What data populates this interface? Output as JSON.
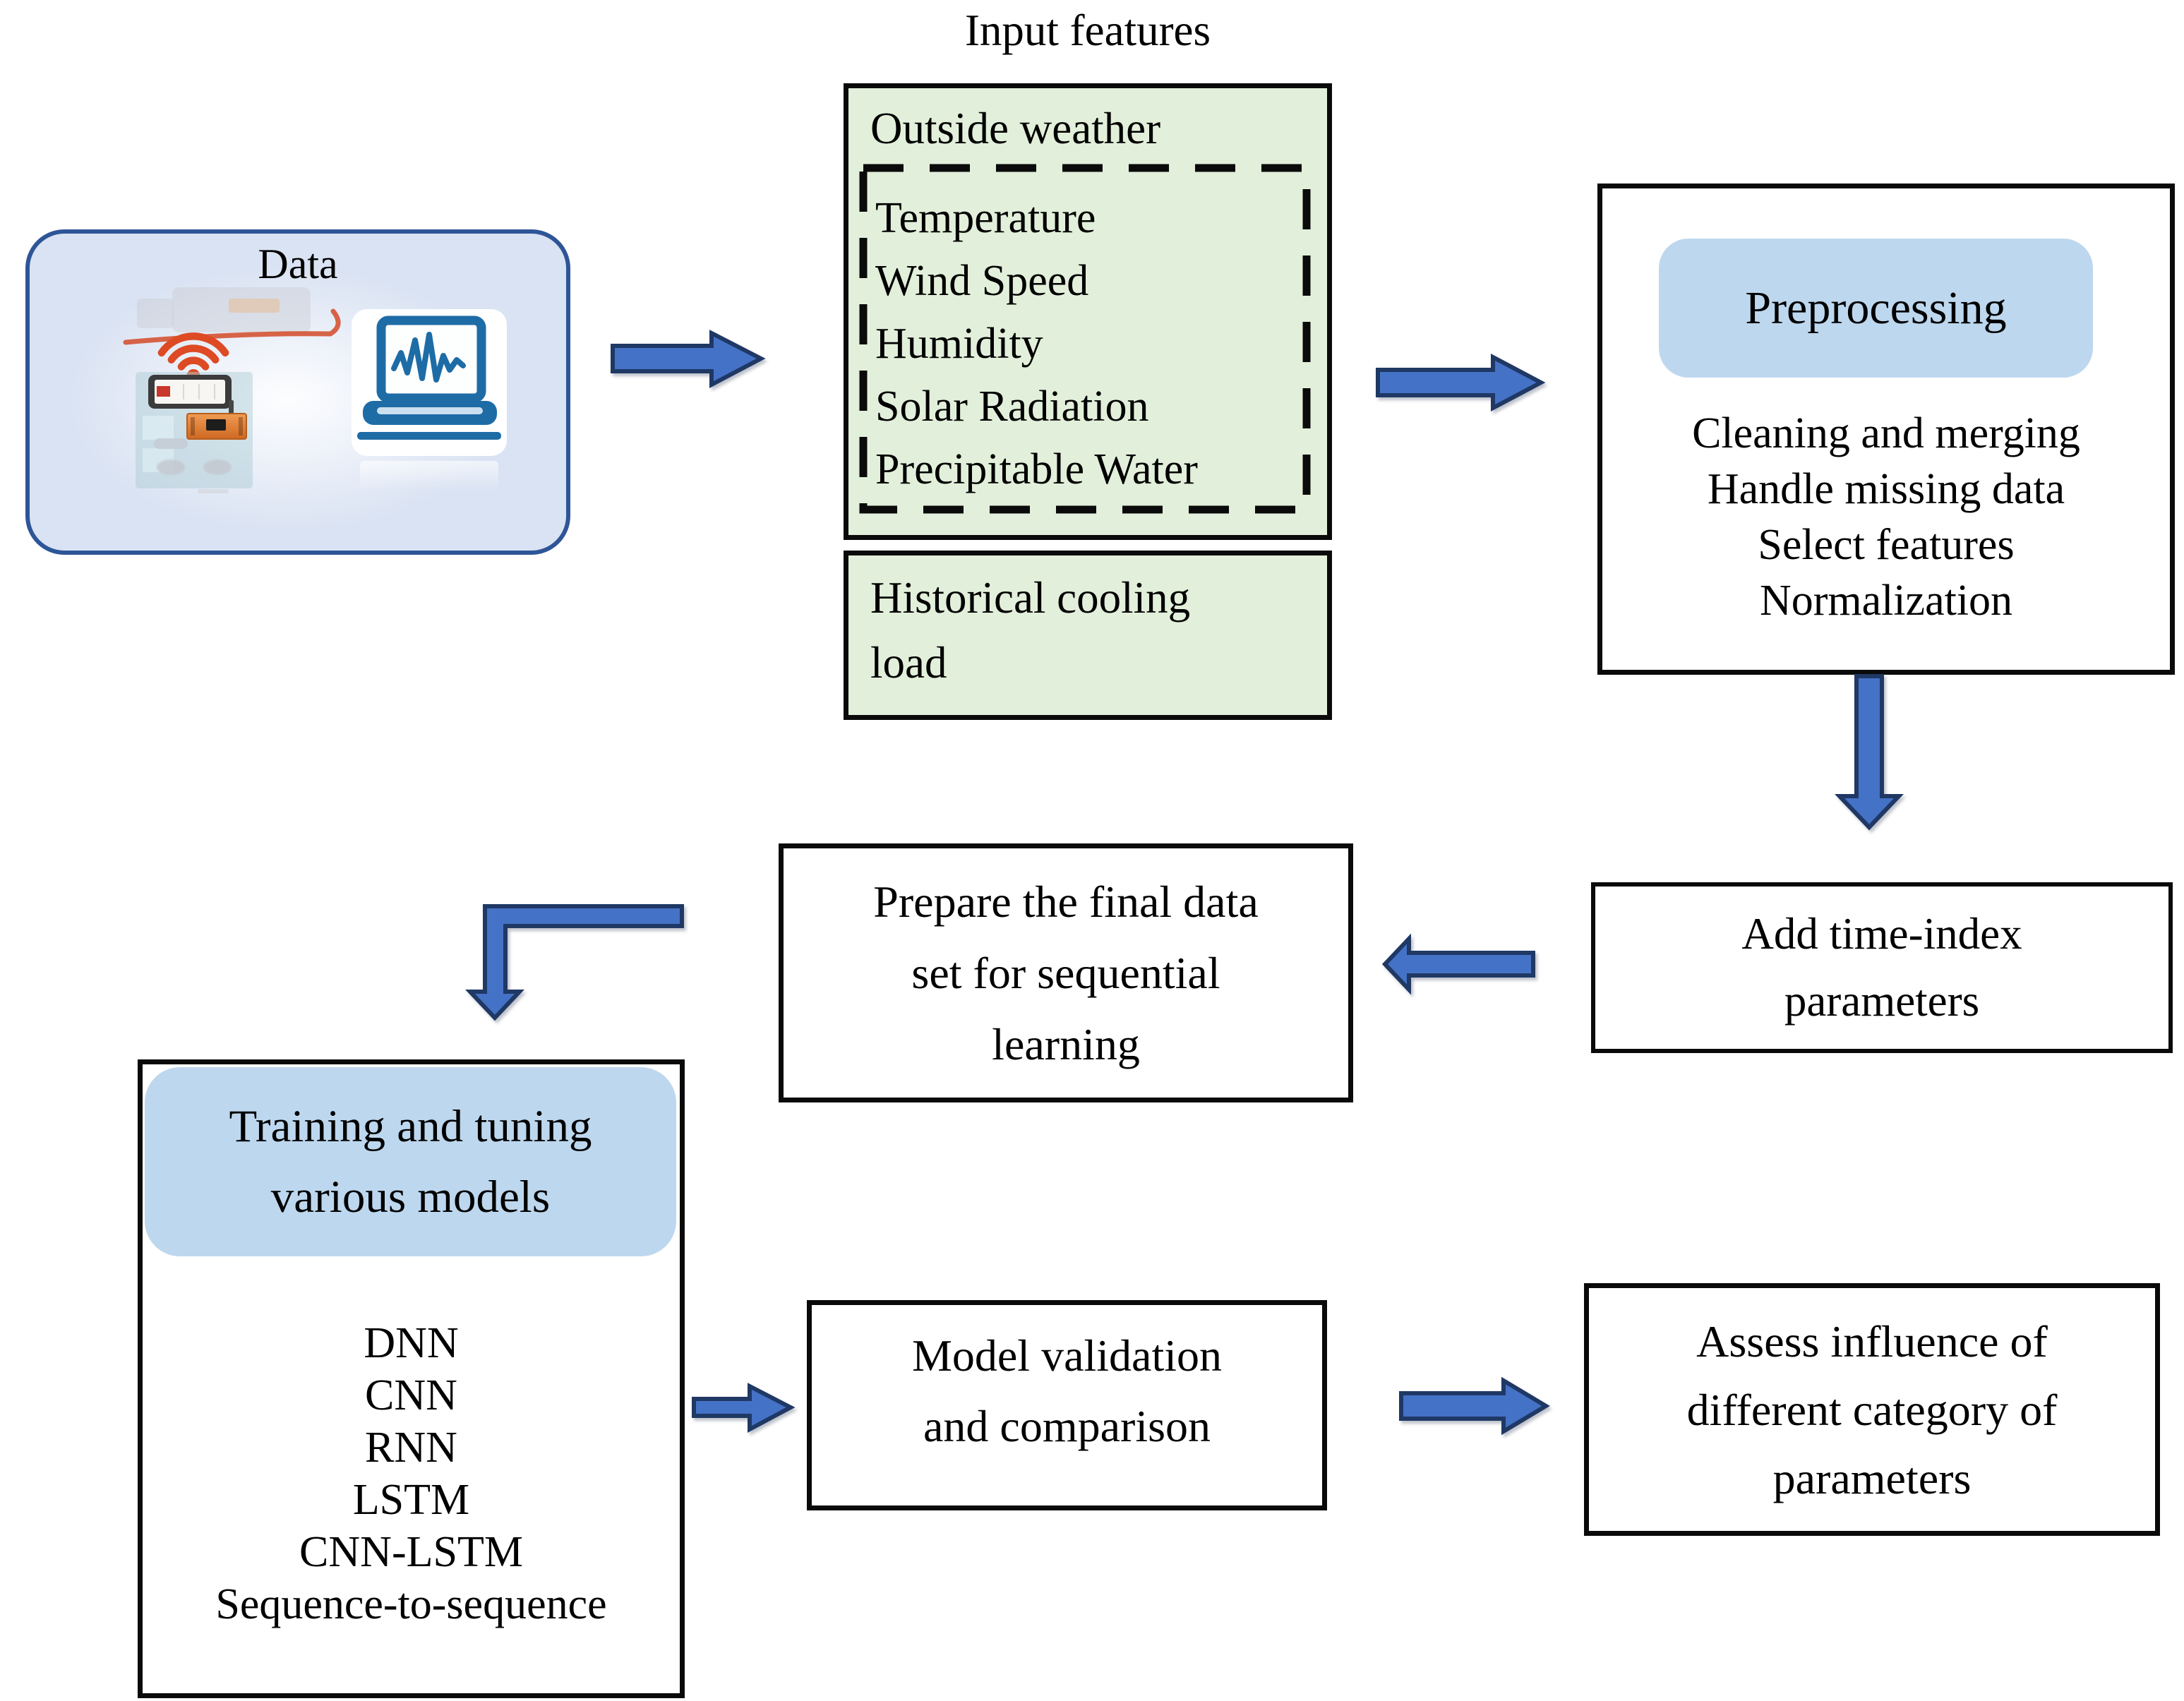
{
  "data_box": {
    "title": "Data",
    "icons": {
      "left": "wireless-sensor-icon",
      "right": "laptop-waveform-icon"
    }
  },
  "input_features": {
    "label": "Input features",
    "outside_weather": {
      "header": "Outside weather",
      "items": [
        "Temperature",
        "Wind Speed",
        "Humidity",
        "Solar Radiation",
        "Precipitable Water"
      ]
    },
    "historical": {
      "lines": [
        "Historical cooling",
        "load"
      ]
    }
  },
  "preprocessing": {
    "header": "Preprocessing",
    "steps": [
      "Cleaning and merging",
      "Handle missing data",
      "Select features",
      "Normalization"
    ]
  },
  "add_time_index": {
    "lines": [
      "Add time-index",
      "parameters"
    ]
  },
  "prepare": {
    "lines": [
      "Prepare the final data",
      "set for sequential",
      "learning"
    ]
  },
  "training": {
    "header_lines": [
      "Training and tuning",
      "various models"
    ],
    "models": [
      "DNN",
      "CNN",
      "RNN",
      "LSTM",
      "CNN-LSTM",
      "Sequence-to-sequence"
    ]
  },
  "validation": {
    "lines": [
      "Model validation",
      "and comparison"
    ]
  },
  "assess": {
    "lines": [
      "Assess influence of",
      "different category of",
      "parameters"
    ]
  },
  "colors": {
    "arrow_fill": "#4472C6",
    "arrow_border": "#1F3864",
    "pill_blue": "#BDD7EE",
    "green_fill": "#E2EFDA",
    "data_box_fill": "#DAE3F3",
    "data_box_border": "#2E5597",
    "box_border": "#0A0A0A",
    "wifi_orange": "#DD4A24",
    "laptop_blue": "#1E6CA6"
  }
}
